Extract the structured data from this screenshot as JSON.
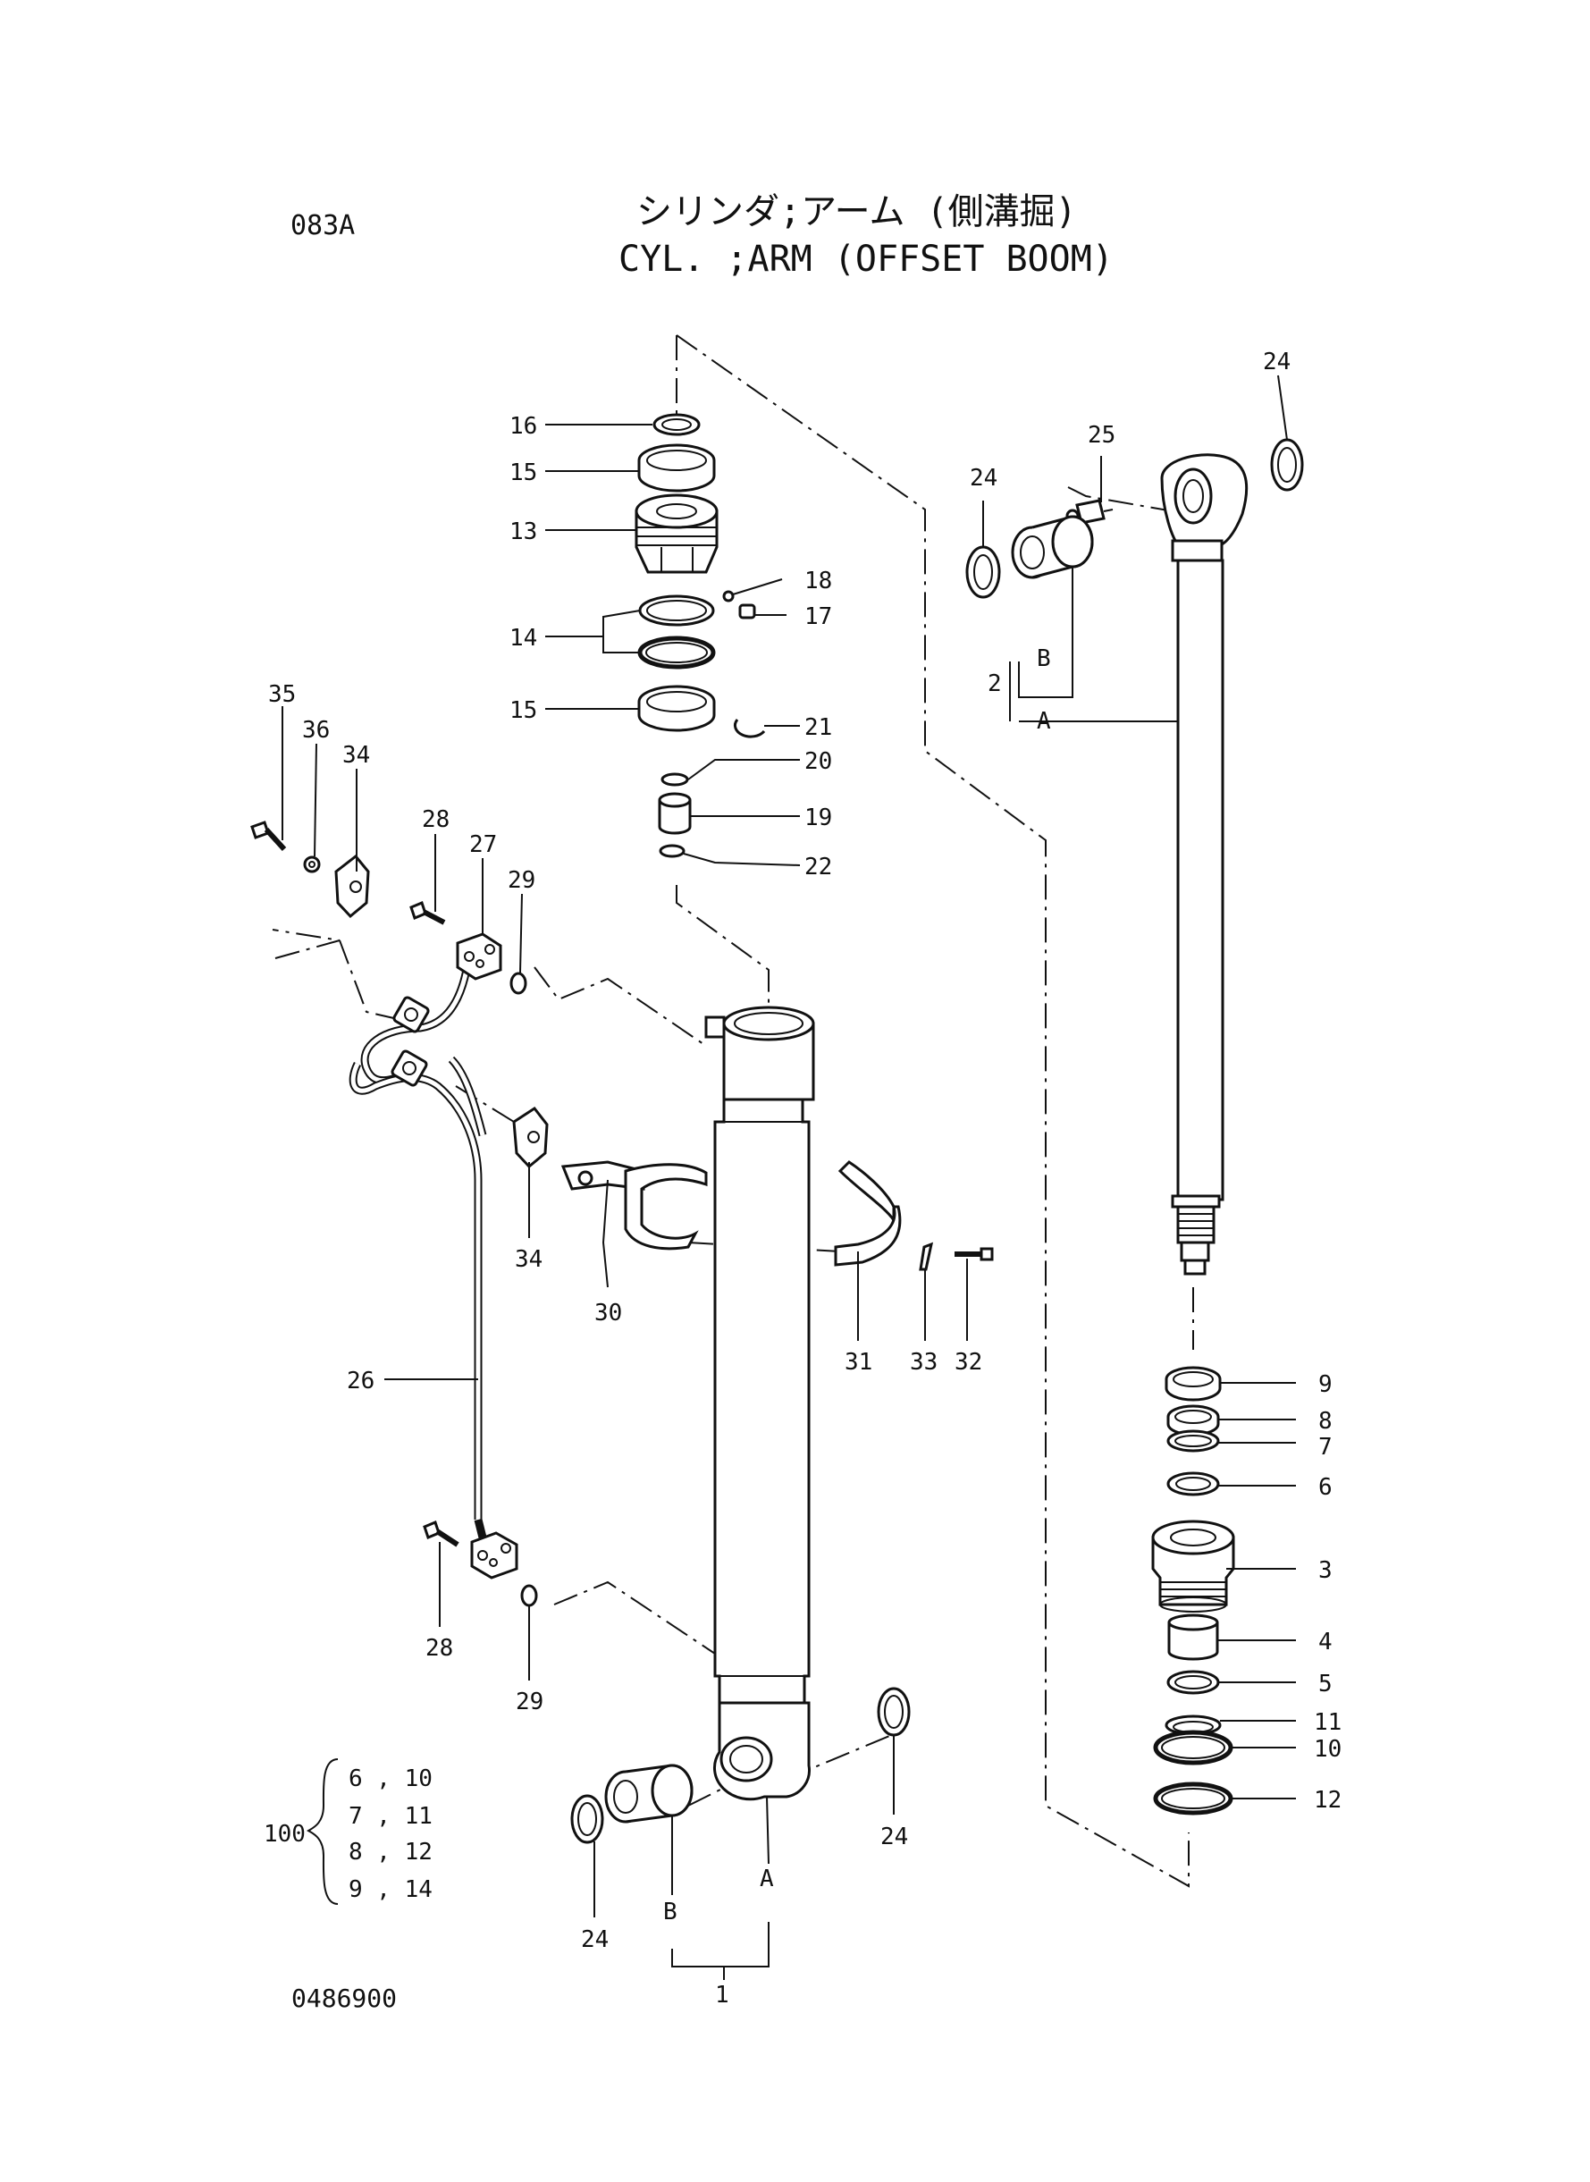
{
  "header": {
    "page_code": "083A",
    "title_jp": "シリンダ;アーム (側溝掘)",
    "title_en": "CYL. ;ARM (OFFSET BOOM)"
  },
  "footer": {
    "drawing_number": "0486900"
  },
  "kit": {
    "number": "100",
    "groups": [
      "6 , 10",
      "7 , 11",
      "8 , 12",
      "9 , 14"
    ]
  },
  "callouts": {
    "c16": "16",
    "c15a": "15",
    "c13": "13",
    "c18": "18",
    "c17": "17",
    "c14": "14",
    "c15b": "15",
    "c21": "21",
    "c20": "20",
    "c19": "19",
    "c22": "22",
    "c35": "35",
    "c36": "36",
    "c34a": "34",
    "c28a": "28",
    "c27": "27",
    "c29a": "29",
    "c34b": "34",
    "c30": "30",
    "c31": "31",
    "c33": "33",
    "c32": "32",
    "c26": "26",
    "c28b": "28",
    "c29b": "29",
    "c24a": "24",
    "c24b": "24",
    "c25": "25",
    "c2": "2",
    "c2B": "B",
    "c2A": "A",
    "c24c": "24",
    "c24d": "24",
    "c1A": "A",
    "c1B": "B",
    "c1": "1",
    "c9": "9",
    "c8": "8",
    "c7": "7",
    "c6": "6",
    "c3": "3",
    "c4": "4",
    "c5": "5",
    "c11": "11",
    "c10": "10",
    "c12": "12"
  }
}
